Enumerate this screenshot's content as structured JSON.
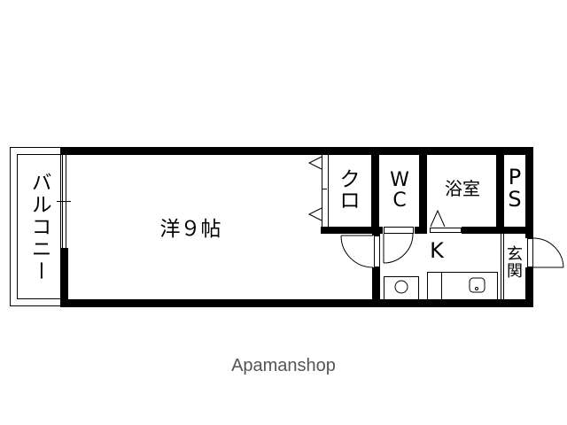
{
  "floor_plan": {
    "rooms": {
      "balcony": {
        "label": "バルコニー"
      },
      "western_room": {
        "label": "洋９帖"
      },
      "closet": {
        "label_line1": "ク",
        "label_line2": "ロ"
      },
      "toilet": {
        "label_line1": "W",
        "label_line2": "C"
      },
      "bathroom": {
        "label": "浴室"
      },
      "pipe_space": {
        "label_line1": "P",
        "label_line2": "S"
      },
      "kitchen": {
        "label": "K"
      },
      "entrance": {
        "label_line1": "玄",
        "label_line2": "関"
      }
    },
    "colors": {
      "wall": "#000000",
      "background": "#ffffff",
      "watermark": "#555555"
    }
  },
  "watermark": {
    "text": "Apamanshop"
  }
}
